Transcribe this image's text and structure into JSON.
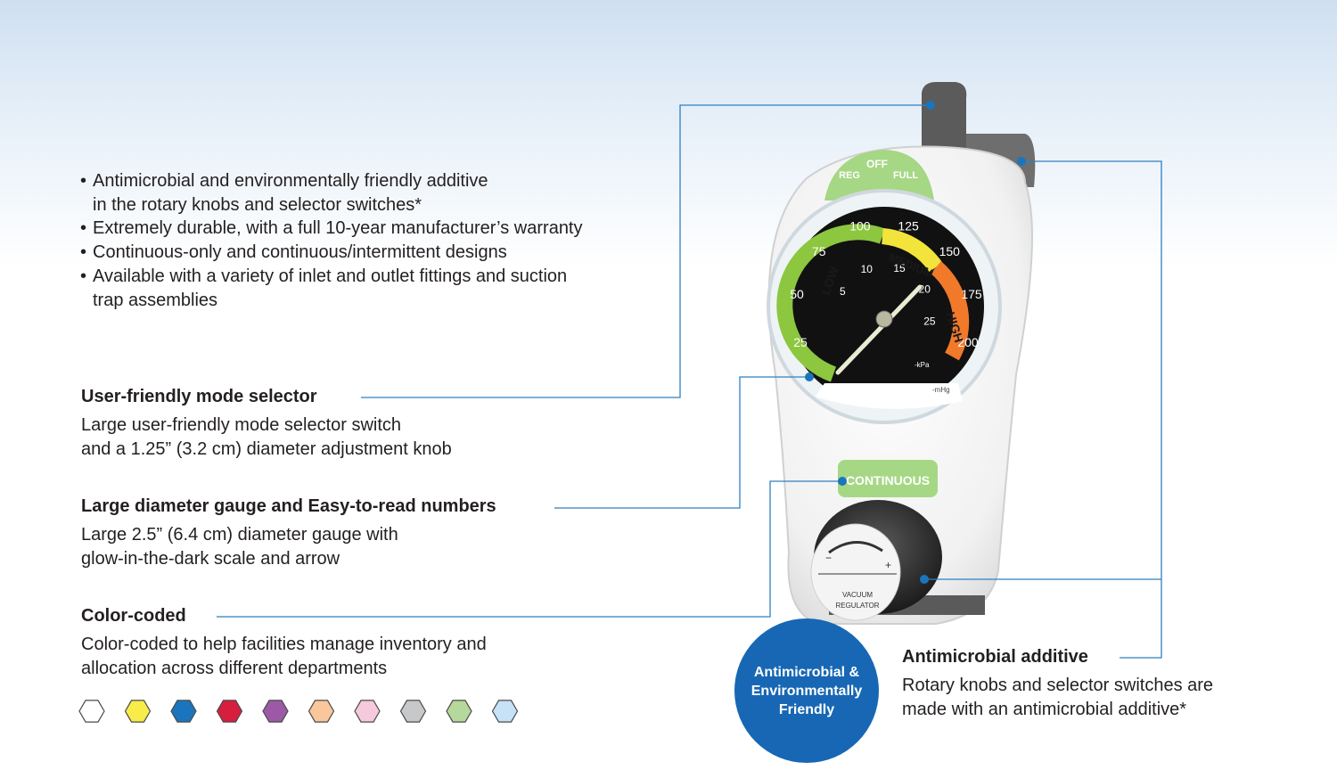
{
  "bullets": [
    "Antimicrobial and environmentally friendly additive",
    "in the rotary knobs and selector switches*",
    "Extremely durable, with a full 10-year manufacturer’s warranty",
    "Continuous-only and continuous/intermittent designs",
    "Available with a variety of inlet and outlet fittings and suction",
    "trap assemblies"
  ],
  "features": [
    {
      "title": "User-friendly mode selector",
      "lines": [
        "Large user-friendly mode selector switch",
        "and a 1.25” (3.2 cm) diameter adjustment knob"
      ]
    },
    {
      "title": "Large diameter gauge and Easy-to-read numbers",
      "lines": [
        "Large 2.5” (6.4 cm) diameter gauge with",
        "glow-in-the-dark scale and arrow"
      ]
    },
    {
      "title": "Color-coded",
      "lines": [
        "Color-coded to help facilities manage inventory and",
        "allocation across different departments"
      ]
    }
  ],
  "antimicrobial": {
    "title": "Antimicrobial additive",
    "lines": [
      "Rotary knobs and selector switches are",
      "made with an antimicrobial additive*"
    ]
  },
  "badge": {
    "line1": "Antimicrobial &",
    "line2": "Environmentally",
    "line3": "Friendly"
  },
  "swatch_colors": [
    "#ffffff",
    "#f7ec4a",
    "#1b75bc",
    "#d71e3f",
    "#9b59a6",
    "#f9c79b",
    "#f6c9dc",
    "#c7c8c9",
    "#b5d99c",
    "#c7e1f6"
  ],
  "device": {
    "selector": {
      "off": "OFF",
      "reg": "REG",
      "full": "FULL"
    },
    "gauge": {
      "outer_ticks": [
        "25",
        "50",
        "75",
        "100",
        "125",
        "150",
        "175",
        "200"
      ],
      "inner_ticks": [
        "5",
        "10",
        "15",
        "20",
        "25"
      ],
      "zones": {
        "low": "LOW",
        "medium": "MEDIUM",
        "high": "HIGH"
      },
      "unit_kpa": "-kPa",
      "unit_mmhg": "-mHg"
    },
    "mode_plate": "CONTINUOUS",
    "knob": {
      "minus": "−",
      "plus": "+",
      "label1": "VACUUM",
      "label2": "REGULATOR"
    }
  },
  "colors": {
    "accent": "#1b75bc",
    "line": "#2f7fc1",
    "mode_green": "#a6d785"
  }
}
